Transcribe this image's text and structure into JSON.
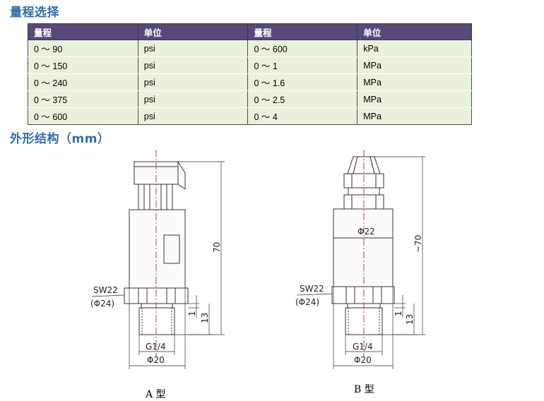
{
  "sections": {
    "range_title": "量程选择",
    "dimensions_title": "外形结构（mm）"
  },
  "table": {
    "headers": [
      "量程",
      "单位",
      "量程",
      "单位"
    ],
    "rows": [
      [
        "0 ～ 90",
        "psi",
        "0 ～ 600",
        "kPa"
      ],
      [
        "0 ～ 150",
        "psi",
        "0 ～ 1",
        "MPa"
      ],
      [
        "0 ～ 240",
        "psi",
        "0 ～ 1.6",
        "MPa"
      ],
      [
        "0 ～ 375",
        "psi",
        "0 ～ 2.5",
        "MPa"
      ],
      [
        "0 ～ 600",
        "psi",
        "0 ～ 4",
        "MPa"
      ]
    ]
  },
  "drawing_a": {
    "caption": "A 型",
    "wrench_size": "SW22",
    "hex_diameter": "(Φ24)",
    "thread": "G1/4",
    "base_diameter": "Φ20",
    "overall_length": "70",
    "thread_length": "13",
    "step_length": "1"
  },
  "drawing_b": {
    "caption": "B 型",
    "wrench_size": "SW22",
    "hex_diameter": "(Φ24)",
    "thread": "G1/4",
    "base_diameter": "Φ20",
    "body_diameter": "Φ22",
    "overall_length": "~70",
    "thread_length": "13",
    "step_length": "1"
  },
  "colors": {
    "heading": "#2f6fa8",
    "table_header_bg": "#574a7b",
    "table_row_bg": "#e9f2dc",
    "centerline": "#e03030"
  }
}
